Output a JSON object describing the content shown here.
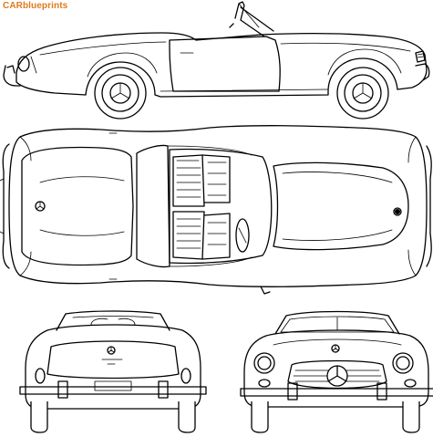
{
  "brand": {
    "word1": "CAR",
    "word2": "blueprints",
    "color": "#e07a1f"
  },
  "views": [
    "side-view",
    "top-view",
    "rear-view",
    "front-view"
  ],
  "line_color": "#000000",
  "background": "#ffffff"
}
